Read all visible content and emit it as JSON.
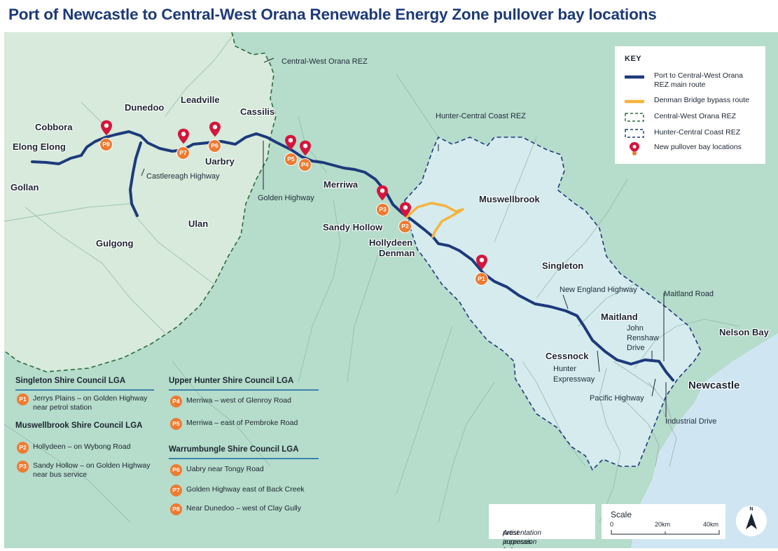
{
  "title": "Port of Newcastle to Central-West Orana Renewable Energy Zone pullover bay locations",
  "colors": {
    "main_route": "#1d3a7c",
    "bypass_route": "#f6b33c",
    "cwo_rez_border": "#2b6a3b",
    "hcc_rez_border": "#1d3a7c",
    "pin": "#d4163c",
    "badge": "#ee7b32",
    "land": "#b6dccb",
    "cwo_rez_fill": "#d7eadb",
    "hcc_rez_fill": "#d5ebee",
    "sea": "#cfe6f2"
  },
  "key": {
    "title": "KEY",
    "items": [
      {
        "label": "Port to Central-West Orana REZ main route",
        "symbol": "main-route-line"
      },
      {
        "label": "Denman Bridge bypass route",
        "symbol": "bypass-route-line"
      },
      {
        "label": "Central-West Orana REZ",
        "symbol": "cwo-rez-dashed-box"
      },
      {
        "label": "Hunter-Central Coast REZ",
        "symbol": "hcc-rez-dashed-box"
      },
      {
        "label": "New pullover bay locations",
        "symbol": "pin-marker-icon"
      }
    ]
  },
  "region_labels": {
    "cwo": "Central-West Orana REZ",
    "hcc": "Hunter-Central Coast REZ"
  },
  "towns": {
    "cobbora": "Cobbora",
    "dunedoo": "Dunedoo",
    "leadville": "Leadville",
    "cassilis": "Cassilis",
    "elong_elong": "Elong Elong",
    "uarbry": "Uarbry",
    "gollan": "Gollan",
    "ulan": "Ulan",
    "gulgong": "Gulgong",
    "merriwa": "Merriwa",
    "sandy_hollow": "Sandy Hollow",
    "hollydeen": "Hollydeen",
    "denman": "Denman",
    "muswellbrook": "Muswellbrook",
    "singleton": "Singleton",
    "maitland": "Maitland",
    "cessnock": "Cessnock",
    "newcastle": "Newcastle",
    "nelson_bay": "Nelson Bay"
  },
  "roads": {
    "castlereagh": "Castlereagh Highway",
    "golden": "Golden Highway",
    "new_england": "New England Highway",
    "maitland_road": "Maitland Road",
    "john_renshaw_1": "John",
    "john_renshaw_2": "Renshaw",
    "john_renshaw_3": "Drive",
    "hunter_expressway_1": "Hunter",
    "hunter_expressway_2": "Expressway",
    "pacific": "Pacific Highway",
    "industrial": "Industrial Drive"
  },
  "markers": [
    "P1",
    "P2",
    "P3",
    "P4",
    "P5",
    "P6",
    "P7",
    "P8"
  ],
  "lga": {
    "singleton": {
      "heading": "Singleton Shire Council LGA",
      "items": [
        {
          "badge": "P1",
          "line1": "Jerrys Plains – on Golden Highway",
          "line2": "near petrol station"
        }
      ]
    },
    "muswellbrook": {
      "heading": "Muswellbrook Shire Council LGA",
      "items": [
        {
          "badge": "P2",
          "line1": "Hollydeen – on Wybong Road",
          "line2": ""
        },
        {
          "badge": "P3",
          "line1": "Sandy Hollow – on Golden Highway",
          "line2": "near bus service"
        }
      ]
    },
    "upper_hunter": {
      "heading": "Upper Hunter Shire Council LGA",
      "items": [
        {
          "badge": "P4",
          "line1": "Merriwa – west of Glenroy Road",
          "line2": ""
        },
        {
          "badge": "P5",
          "line1": "Merriwa – east of Pembroke Road",
          "line2": ""
        }
      ]
    },
    "warrumbungle": {
      "heading": "Warrumbungle Shire Council LGA",
      "items": [
        {
          "badge": "P6",
          "line1": "Uabry near Tongy Road",
          "line2": ""
        },
        {
          "badge": "P7",
          "line1": "Golden Highway east of Back Creek",
          "line2": ""
        },
        {
          "badge": "P8",
          "line1": "Near Dunedoo – west of Clay Gully",
          "line2": ""
        }
      ]
    }
  },
  "note": {
    "line1": "Artist impression for",
    "line2": "presentation purposes only"
  },
  "scale": {
    "title": "Scale",
    "ticks": [
      "0",
      "20km",
      "40km"
    ]
  },
  "north": "N"
}
